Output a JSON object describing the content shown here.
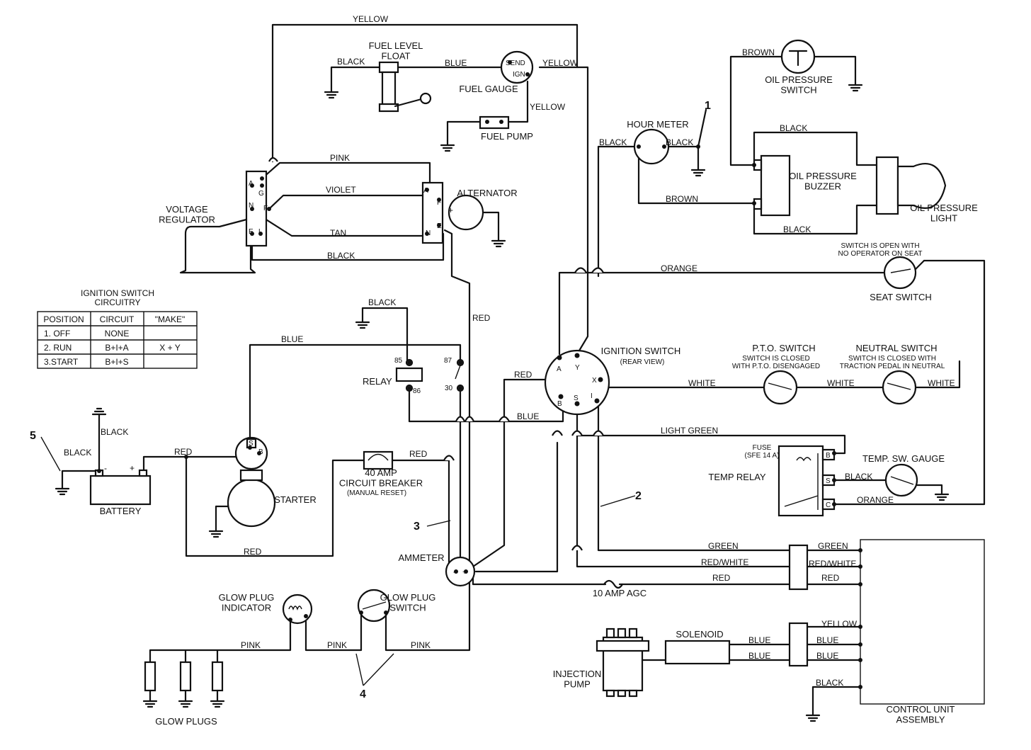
{
  "components": {
    "fuel_level_float": "FUEL LEVEL\nFLOAT",
    "fuel_gauge": "FUEL GAUGE",
    "fuel_gauge_send": "SEND",
    "fuel_gauge_ign": "IGN",
    "fuel_pump": "FUEL PUMP",
    "voltage_regulator": "VOLTAGE\nREGULATOR",
    "alternator": "ALTERNATOR",
    "hour_meter": "HOUR METER",
    "oil_pressure_switch": "OIL PRESSURE\nSWITCH",
    "oil_pressure_buzzer": "OIL PRESSURE\nBUZZER",
    "oil_pressure_light": "OIL PRESSURE\nLIGHT",
    "seat_switch": "SEAT SWITCH",
    "seat_switch_note": "SWITCH IS OPEN WITH\nNO OPERATOR ON SEAT",
    "ignition_switch": "IGNITION SWITCH",
    "ignition_switch_note": "(REAR VIEW)",
    "pto_switch": "P.T.O. SWITCH",
    "pto_switch_note": "SWITCH IS CLOSED\nWITH P.T.O. DISENGAGED",
    "neutral_switch": "NEUTRAL SWITCH",
    "neutral_switch_note": "SWITCH IS CLOSED WITH\nTRACTION PEDAL IN NEUTRAL",
    "relay": "RELAY",
    "battery": "BATTERY",
    "starter": "STARTER",
    "circuit_breaker": "40 AMP\nCIRCUIT BREAKER",
    "circuit_breaker_note": "(MANUAL RESET)",
    "ammeter": "AMMETER",
    "fuse": "FUSE\n(SFE 14 A)",
    "temp_relay": "TEMP RELAY",
    "temp_gauge": "TEMP. SW. GAUGE",
    "glow_plug_indicator": "GLOW PLUG\nINDICATOR",
    "glow_plug_switch": "GLOW PLUG\nSWITCH",
    "glow_plugs": "GLOW PLUGS",
    "injection_pump": "INJECTION\nPUMP",
    "solenoid": "SOLENOID",
    "agc_fuse": "10 AMP AGC",
    "control_unit": "CONTROL UNIT\nASSEMBLY"
  },
  "wires": {
    "yellow_top": "YELLOW",
    "black_float": "BLACK",
    "blue_float": "BLUE",
    "yellow_gauge": "YELLOW",
    "yellow_pump": "YELLOW",
    "pink_reg": "PINK",
    "violet": "VIOLET",
    "tan": "TAN",
    "black_reg": "BLACK",
    "black_hm_left": "BLACK",
    "black_hm_right": "BLACK",
    "brown_hm": "BROWN",
    "brown_ops": "BROWN",
    "black_buzz_top": "BLACK",
    "black_buzz_bot": "BLACK",
    "orange_top": "ORANGE",
    "black_relay": "BLACK",
    "blue_relay": "BLUE",
    "red_ign": "RED",
    "blue_ign": "BLUE",
    "red_alt": "RED",
    "white_1": "WHITE",
    "white_2": "WHITE",
    "white_3": "WHITE",
    "light_green": "LIGHT GREEN",
    "black_temp": "BLACK",
    "orange_temp": "ORANGE",
    "black_batt_top": "BLACK",
    "black_batt_left": "BLACK",
    "red_batt": "RED",
    "red_cb": "RED",
    "red_starter_loop": "RED",
    "green_1": "GREEN",
    "green_2": "GREEN",
    "red_white_1": "RED/WHITE",
    "red_white_2": "RED/WHITE",
    "red_agc": "RED",
    "red_cu": "RED",
    "pink_gp1": "PINK",
    "pink_gp2": "PINK",
    "pink_gp3": "PINK",
    "yellow_cu": "YELLOW",
    "blue_sol1": "BLUE",
    "blue_sol2": "BLUE",
    "blue_cu1": "BLUE",
    "blue_cu2": "BLUE",
    "black_cu": "BLACK"
  },
  "pins": {
    "reg": [
      "A",
      "G",
      "F",
      "N",
      "E",
      "L"
    ],
    "alt": [
      "A",
      "F",
      "E",
      "N"
    ],
    "ign": [
      "A",
      "Y",
      "X",
      "B",
      "S",
      "I"
    ],
    "relay": [
      "85",
      "87",
      "86",
      "30"
    ],
    "starter": [
      "S",
      "B"
    ],
    "temp_relay": [
      "B",
      "S",
      "C"
    ],
    "battery": [
      "-",
      "+"
    ],
    "alt_plus": "+",
    "ammeter": [
      "-",
      "+"
    ]
  },
  "callouts": [
    "1",
    "2",
    "3",
    "4",
    "5"
  ],
  "ignition_table": {
    "title": "IGNITION SWITCH\nCIRCUITRY",
    "headers": [
      "POSITION",
      "CIRCUIT",
      "\"MAKE\""
    ],
    "rows": [
      [
        "1. OFF",
        "NONE",
        ""
      ],
      [
        "2. RUN",
        "B+I+A",
        "X + Y"
      ],
      [
        "3.START",
        "B+I+S",
        ""
      ]
    ]
  }
}
